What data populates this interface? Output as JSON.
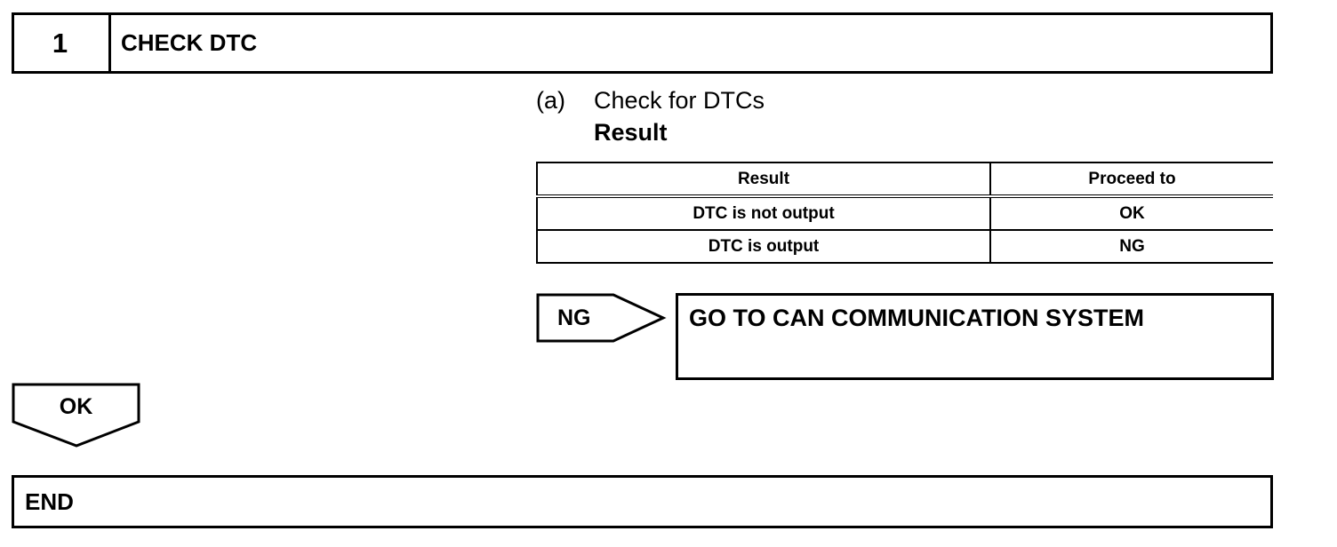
{
  "step": {
    "number": "1",
    "title": "CHECK DTC"
  },
  "instruction": {
    "marker": "(a)",
    "text": "Check for DTCs",
    "result_heading": "Result"
  },
  "result_table": {
    "headers": [
      "Result",
      "Proceed to"
    ],
    "rows": [
      [
        "DTC is not output",
        "OK"
      ],
      [
        "DTC is output",
        "NG"
      ]
    ]
  },
  "ng_branch": {
    "label": "NG",
    "destination": "GO TO CAN COMMUNICATION SYSTEM"
  },
  "ok_branch": {
    "label": "OK"
  },
  "end": {
    "label": "END"
  }
}
